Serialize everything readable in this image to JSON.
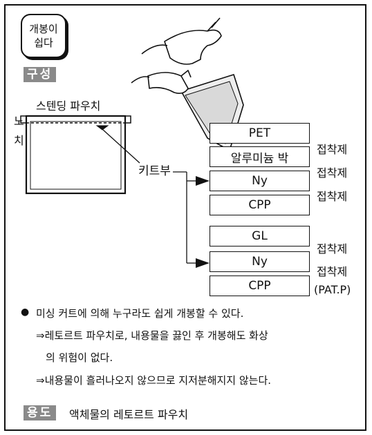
{
  "badge": {
    "line1": "개봉이",
    "line2": "쉽다"
  },
  "section_label": "구성",
  "pouch_label": "스텐딩 파우치",
  "notch_label": {
    "top": "노",
    "bottom": "치"
  },
  "kit_label": "키트부",
  "stack1": {
    "layers": [
      "PET",
      "알루미늄 박",
      "Ny",
      "CPP"
    ],
    "adhesives": [
      "접착제",
      "접착제",
      "접착제"
    ]
  },
  "stack2": {
    "layers": [
      "GL",
      "Ny",
      "CPP"
    ],
    "adhesives": [
      "접착제",
      "접착제"
    ],
    "patent": "(PAT.P)"
  },
  "bullet": "●",
  "notes": {
    "main": "미싱 커트에 의해 누구라도 쉽게 개봉할 수 있다.",
    "sub1_line1": "⇒레토르트 파우치로, 내용물을 끓인 후 개봉해도 화상",
    "sub1_line2": "의 위험이 없다.",
    "sub2": "⇒내용물이 흘러나오지 않으므로 지저분해지지 않는다."
  },
  "usage": {
    "label": "용도",
    "text": "액체물의 레토르트 파우치"
  }
}
